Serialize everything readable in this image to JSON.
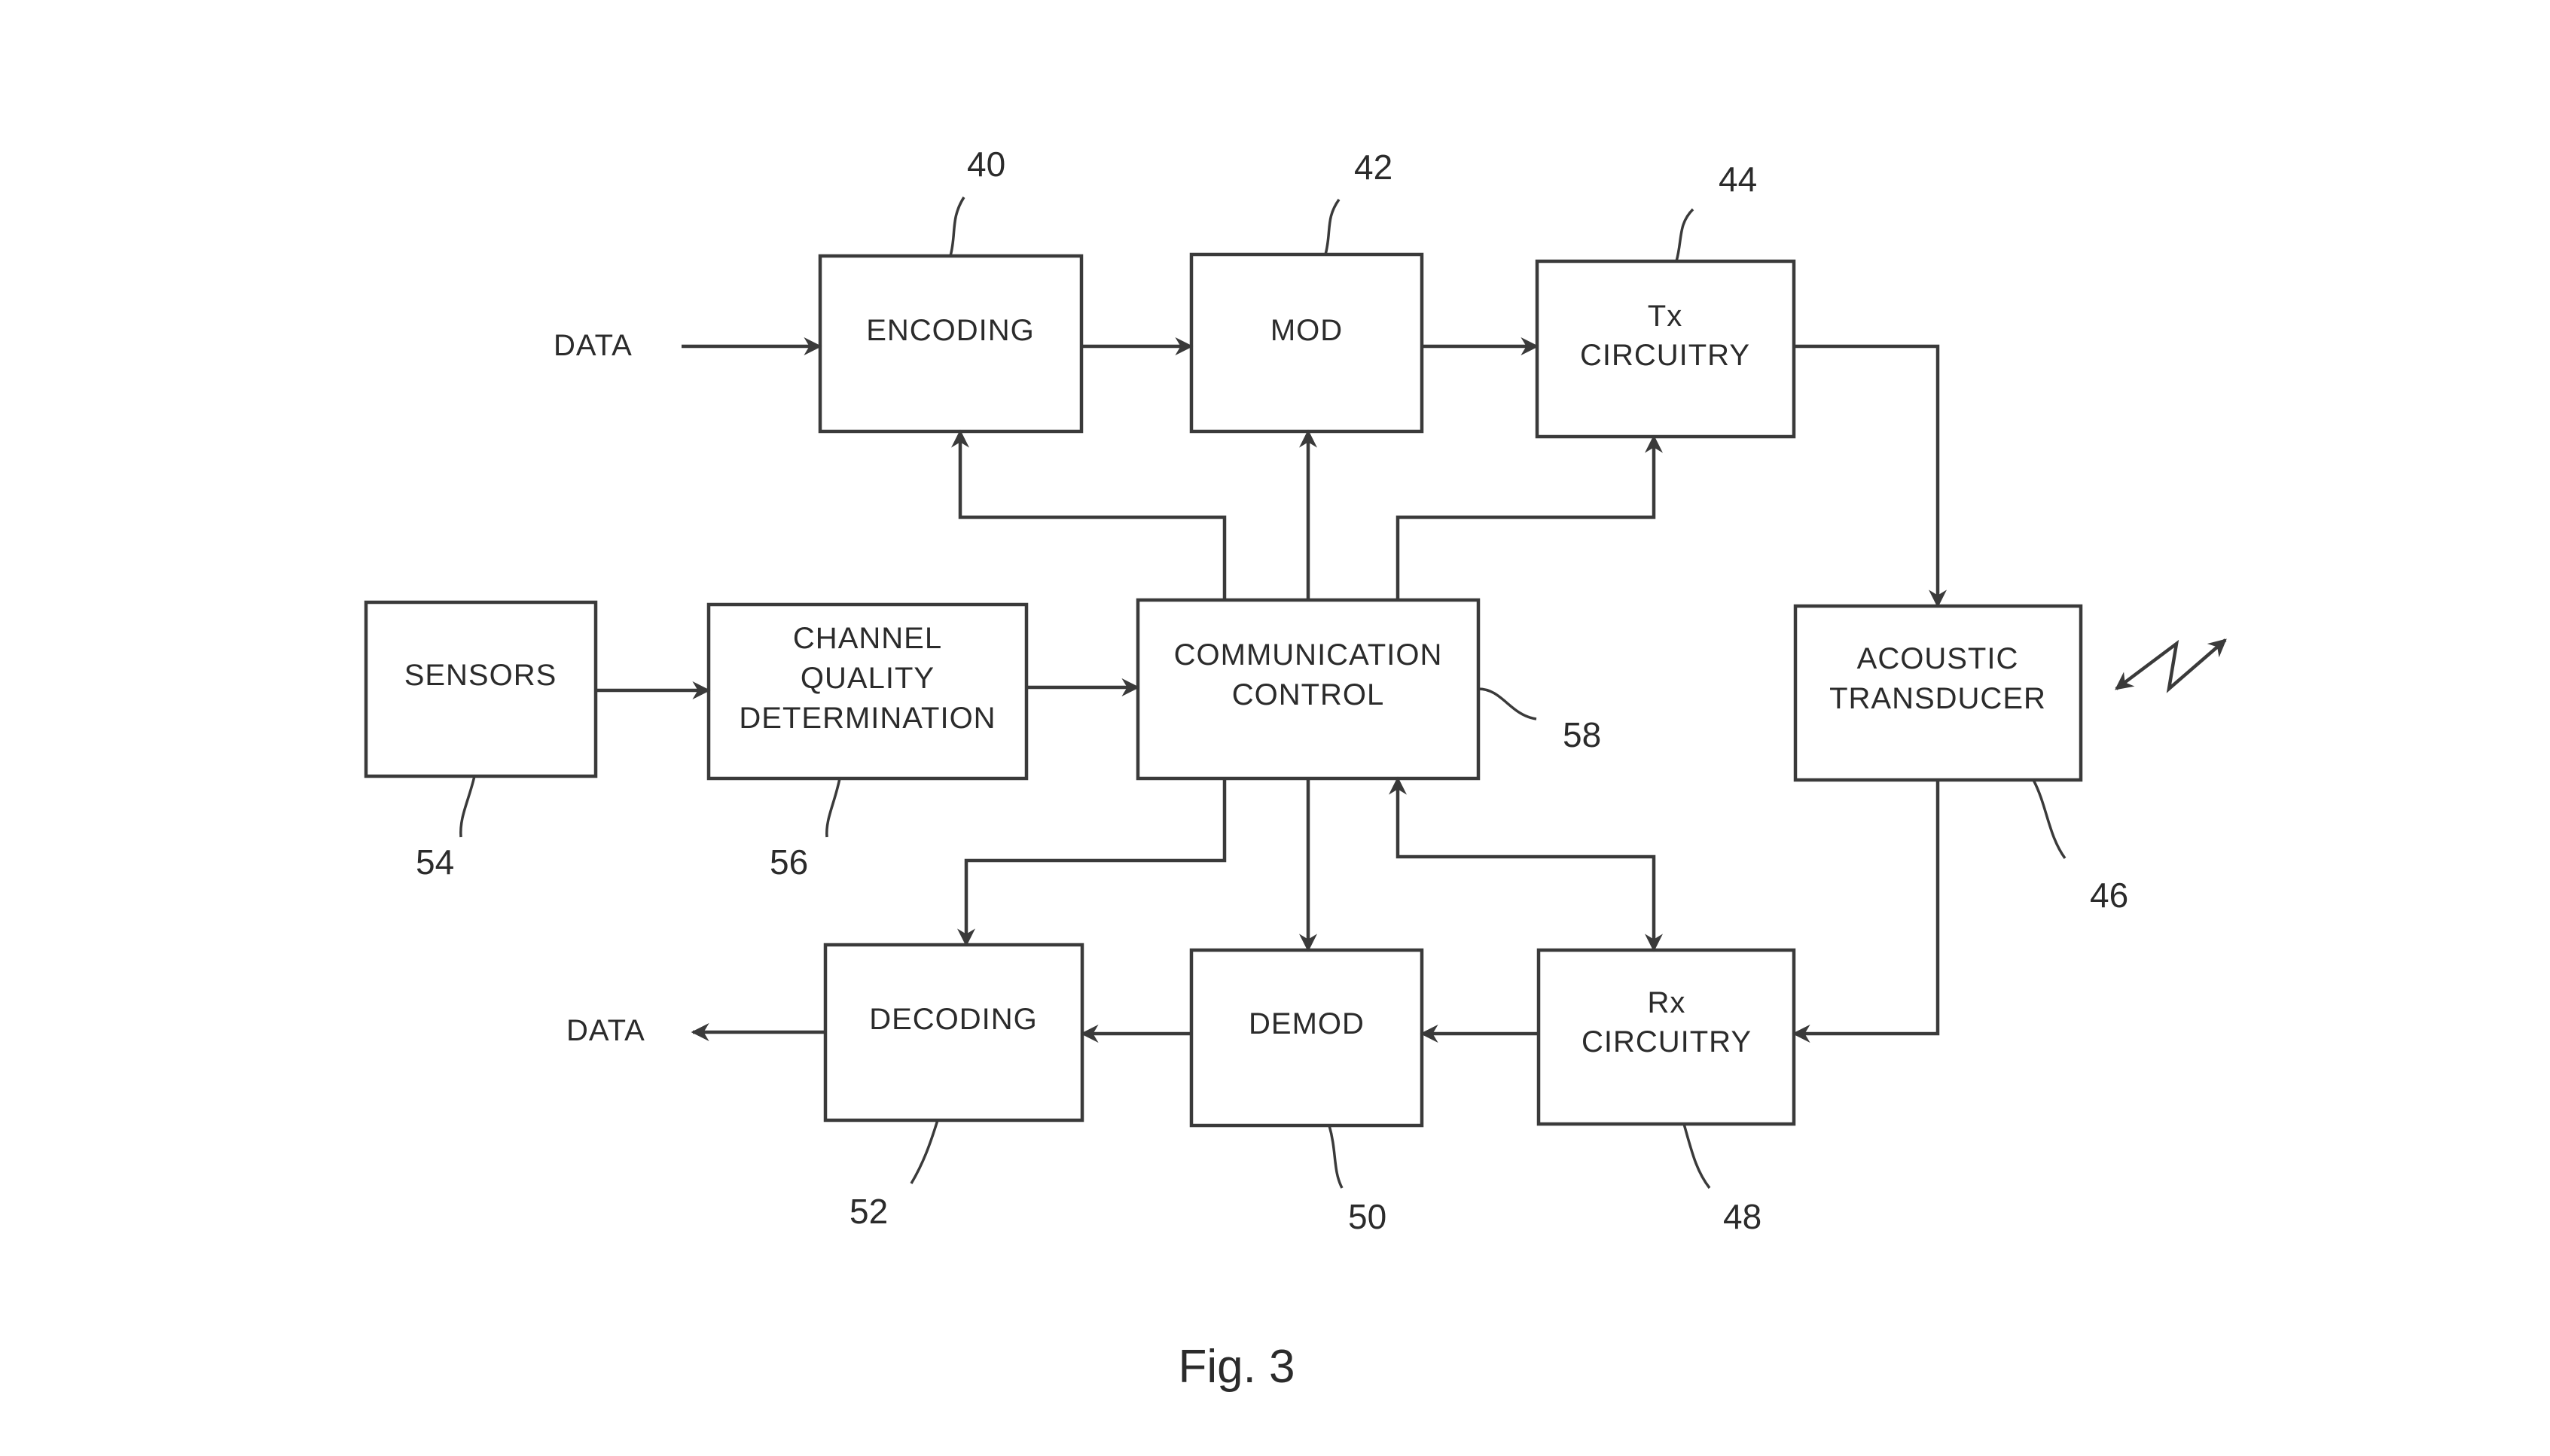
{
  "figure": {
    "caption": "Fig. 3"
  },
  "blocks": {
    "encoding": {
      "ref": "40",
      "lines": [
        "ENCODING"
      ]
    },
    "mod": {
      "ref": "42",
      "lines": [
        "MOD"
      ]
    },
    "tx_circuitry": {
      "ref": "44",
      "lines": [
        "Tx",
        "CIRCUITRY"
      ]
    },
    "sensors": {
      "ref": "54",
      "lines": [
        "SENSORS"
      ]
    },
    "channel_quality": {
      "ref": "56",
      "lines": [
        "CHANNEL",
        "QUALITY",
        "DETERMINATION"
      ]
    },
    "comm_control": {
      "ref": "58",
      "lines": [
        "COMMUNICATION",
        "CONTROL"
      ]
    },
    "acoustic_transducer": {
      "ref": "46",
      "lines": [
        "ACOUSTIC",
        "TRANSDUCER"
      ]
    },
    "decoding": {
      "ref": "52",
      "lines": [
        "DECODING"
      ]
    },
    "demod": {
      "ref": "50",
      "lines": [
        "DEMOD"
      ]
    },
    "rx_circuitry": {
      "ref": "48",
      "lines": [
        "Rx",
        "CIRCUITRY"
      ]
    }
  },
  "io": {
    "data_in": "DATA",
    "data_out": "DATA"
  },
  "colors": {
    "stroke": "#3a3a3a",
    "text": "#2b2b2b",
    "background": "#ffffff"
  }
}
